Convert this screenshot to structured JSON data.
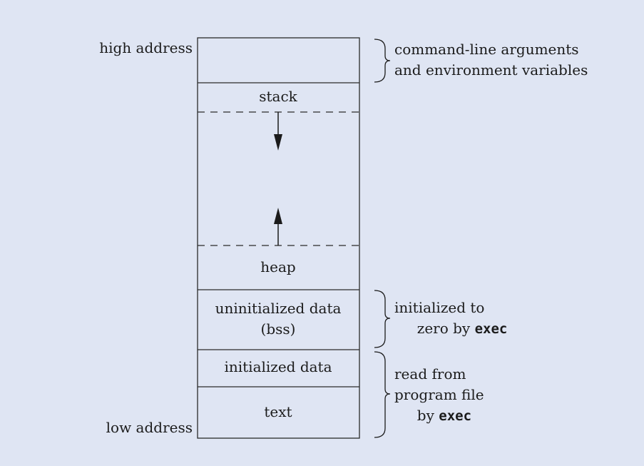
{
  "labels": {
    "high_address": "high address",
    "low_address": "low address"
  },
  "segments": {
    "stack": "stack",
    "heap": "heap",
    "bss_line1": "uninitialized data",
    "bss_line2": "(bss)",
    "initialized_data": "initialized data",
    "text": "text"
  },
  "annotations": {
    "args": {
      "line1": "command-line arguments",
      "line2": "and environment variables"
    },
    "bss": {
      "line1": "initialized to",
      "line2_prefix": "zero by ",
      "line2_code": "exec"
    },
    "program": {
      "line1": "read from",
      "line2": "program file",
      "line3_prefix": "by ",
      "line3_code": "exec"
    }
  }
}
